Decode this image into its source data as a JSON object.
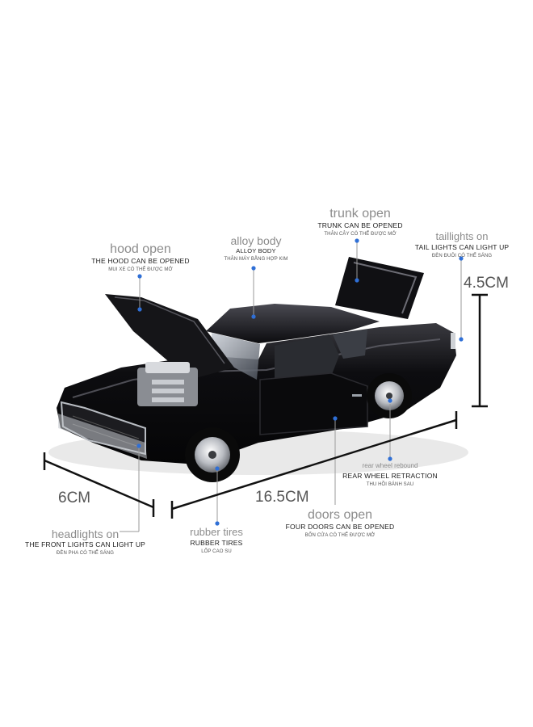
{
  "annotations": {
    "hood": {
      "title": "hood open",
      "caption": "THE HOOD CAN BE OPENED",
      "subcaption": "MUI XE CÓ THỂ ĐƯỢC MỞ"
    },
    "body": {
      "title": "alloy body",
      "caption": "ALLOY BODY",
      "subcaption": "THÂN MÁY BẰNG HỢP KIM"
    },
    "trunk": {
      "title": "trunk open",
      "caption": "TRUNK CAN BE OPENED",
      "subcaption": "THÂN CÂY CÓ THỂ ĐƯỢC MỞ"
    },
    "taillights": {
      "title": "taillights on",
      "caption": "TAIL LIGHTS CAN LIGHT UP",
      "subcaption": "ĐÈN ĐUÔI CÓ THỂ SÁNG"
    },
    "rear_wheel": {
      "title": "rear wheel rebound",
      "caption": "REAR WHEEL RETRACTION",
      "subcaption": "THU HỒI BÁNH SAU"
    },
    "doors": {
      "title": "doors open",
      "caption": "FOUR DOORS CAN BE OPENED",
      "subcaption": "BỐN CỬA CÓ THỂ ĐƯỢC MỞ"
    },
    "tires": {
      "title": "rubber tires",
      "caption": "RUBBER TIRES",
      "subcaption": "LỐP CAO SU"
    },
    "headlights": {
      "title": "headlights on",
      "caption": "THE FRONT LIGHTS CAN LIGHT UP",
      "subcaption": "ĐÈN PHA CÓ THỂ SÁNG"
    }
  },
  "dimensions": {
    "height": "4.5CM",
    "length": "16.5CM",
    "width": "6CM"
  },
  "colors": {
    "car_body": "#0b0b0d",
    "callout_dot": "#2f6fd6",
    "callout_line": "#9a9a9a",
    "dimension_line": "#111111"
  }
}
